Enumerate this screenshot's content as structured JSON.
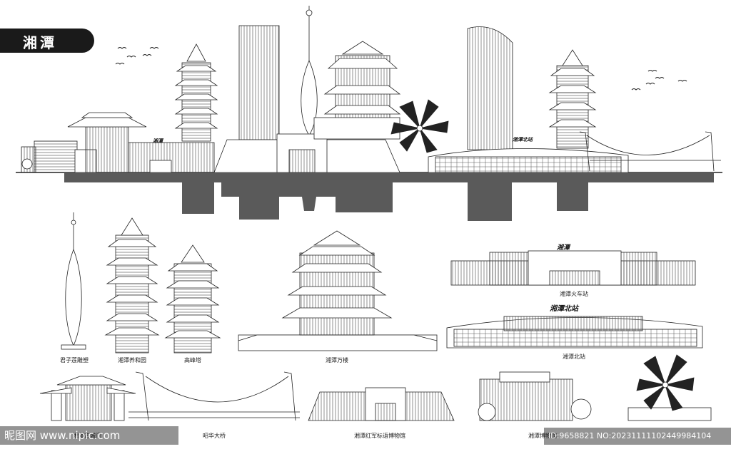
{
  "title": "湘潭",
  "skyline_signs": {
    "small_sign": "湘潭",
    "north_station": "湘潭北站"
  },
  "landmarks": [
    {
      "id": "lotus",
      "label": "君子莲雕塑"
    },
    {
      "id": "yanghe",
      "label": "湘潭养和园"
    },
    {
      "id": "gaofeng",
      "label": "高峰塔"
    },
    {
      "id": "wanlou",
      "label": "湘潭万楼"
    },
    {
      "id": "train",
      "label": "湘潭火车站",
      "sign": "湘潭"
    },
    {
      "id": "north",
      "label": "湘潭北站",
      "sign": "湘潭北站"
    },
    {
      "id": "gate",
      "label": "湘潭古城门"
    },
    {
      "id": "bridge",
      "label": "昭华大桥"
    },
    {
      "id": "museum",
      "label": "湘潭红军标语博物馆"
    },
    {
      "id": "museum2",
      "label": "湘潭博物馆"
    }
  ],
  "watermark": {
    "left": "昵图网 www.nipic.com",
    "right": "ID:9658821 NO:20231111102449984104"
  },
  "colors": {
    "ink": "#1a1a1a",
    "reflection": "#5a5a5a",
    "line": "#333333"
  }
}
